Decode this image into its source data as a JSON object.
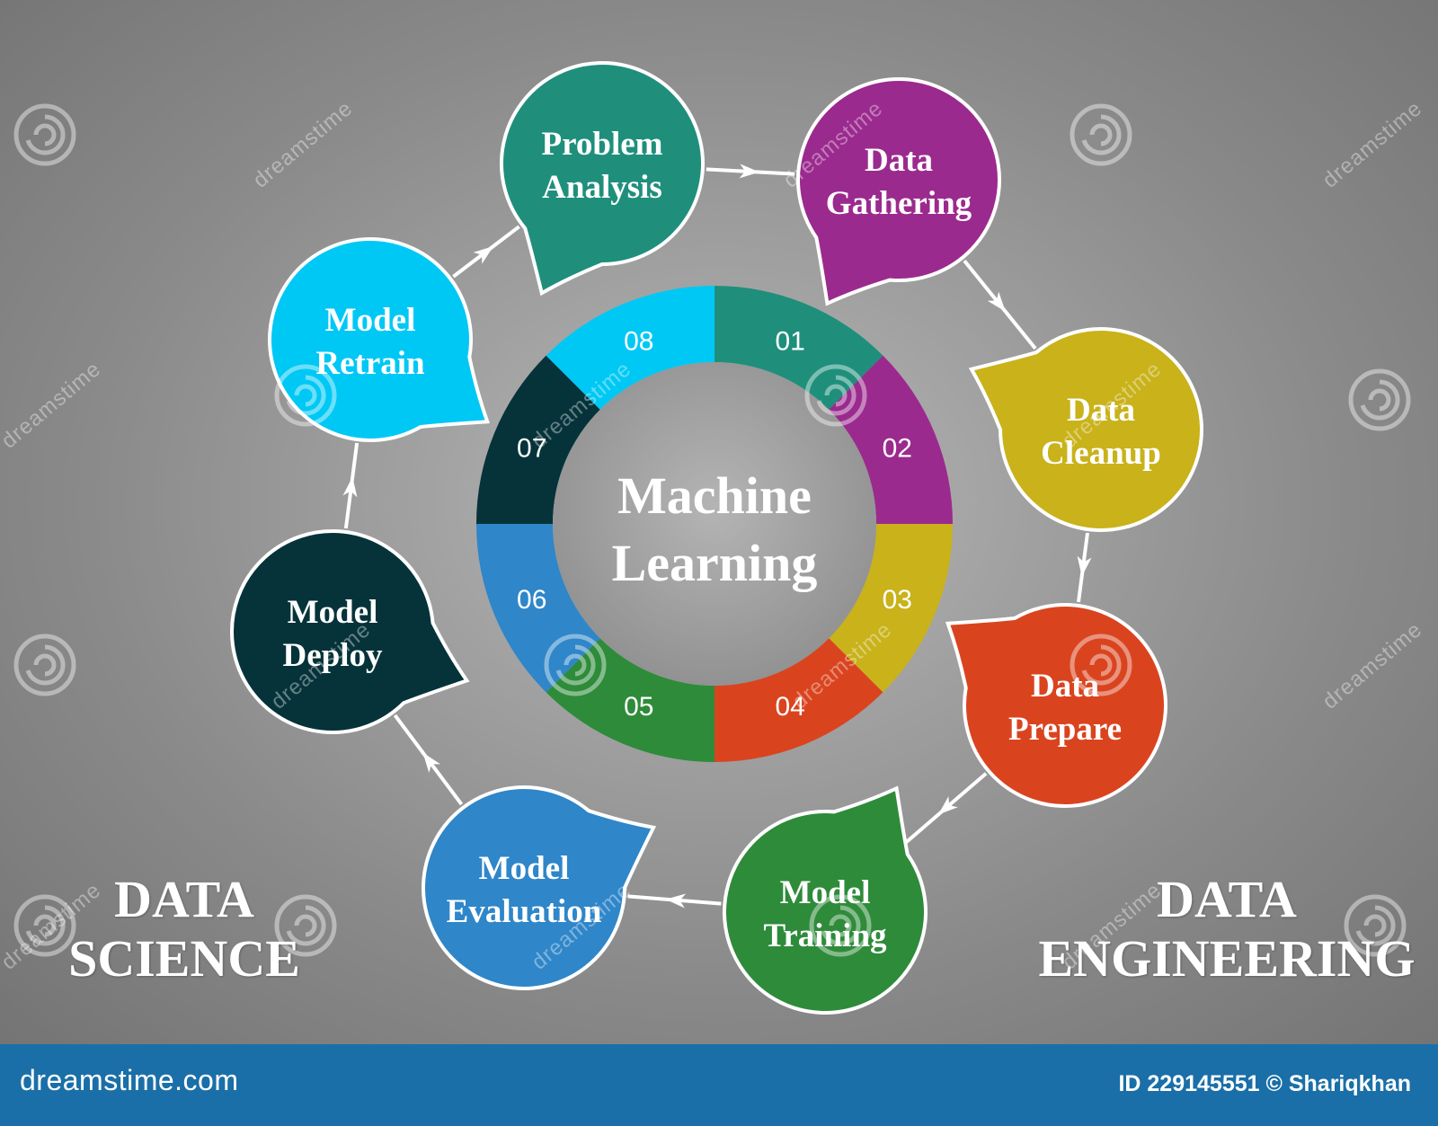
{
  "center": {
    "line1": "Machine",
    "line2": "Learning"
  },
  "steps": [
    {
      "num": "01",
      "line1": "Problem",
      "line2": "Analysis",
      "color": "#1f8f7c"
    },
    {
      "num": "02",
      "line1": "Data",
      "line2": "Gathering",
      "color": "#9b2a8e"
    },
    {
      "num": "03",
      "line1": "Data",
      "line2": "Cleanup",
      "color": "#c9b21a"
    },
    {
      "num": "04",
      "line1": "Data",
      "line2": "Prepare",
      "color": "#d9441f"
    },
    {
      "num": "05",
      "line1": "Model",
      "line2": "Training",
      "color": "#2e8b3a"
    },
    {
      "num": "06",
      "line1": "Model",
      "line2": "Evaluation",
      "color": "#2f86c9"
    },
    {
      "num": "07",
      "line1": "Model",
      "line2": "Deploy",
      "color": "#06333a"
    },
    {
      "num": "08",
      "line1": "Model",
      "line2": "Retrain",
      "color": "#00c8f5"
    }
  ],
  "side_labels": {
    "left": {
      "line1": "DATA",
      "line2": "SCIENCE"
    },
    "right": {
      "line1": "DATA",
      "line2": "ENGINEERING"
    }
  },
  "watermark": {
    "text": "dreamstime",
    "icon": "spiral-logo-icon"
  },
  "footer": {
    "brand": "dreamstime.com",
    "image_info": "ID 229145551 © Shariqkhan",
    "background_color": "#1a6fa8"
  }
}
